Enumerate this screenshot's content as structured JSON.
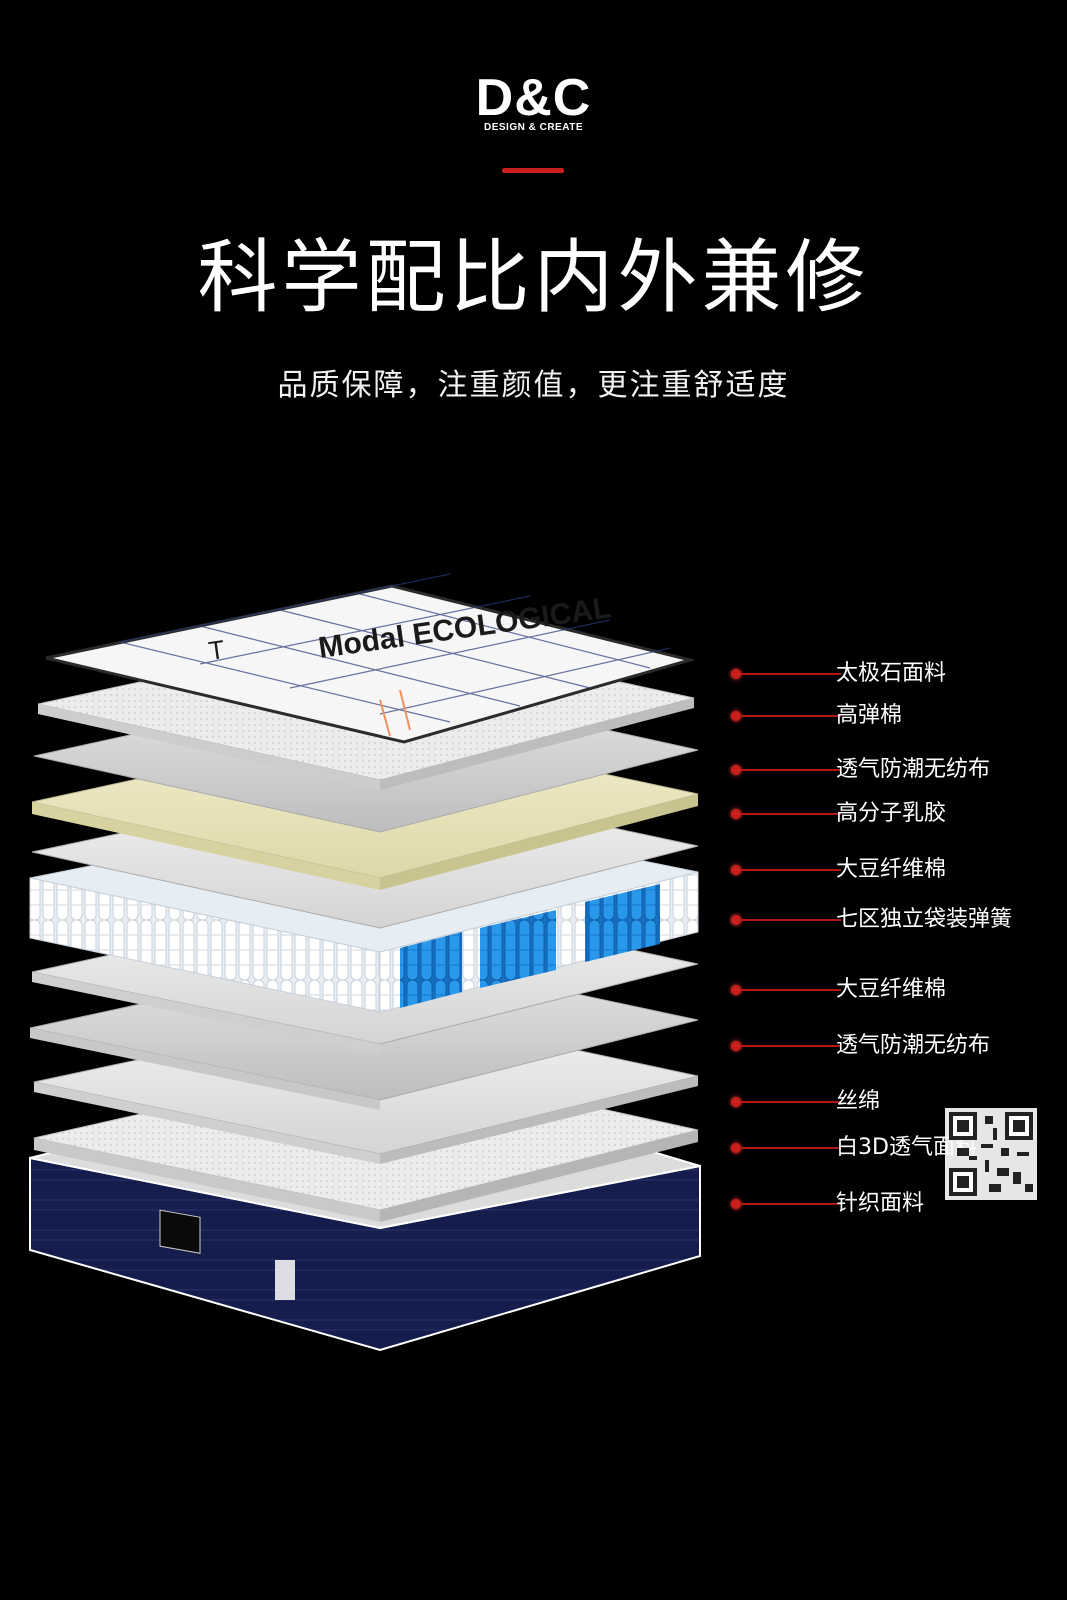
{
  "brand": {
    "logo": "D&C",
    "tagline": "DESIGN & CREATE",
    "accent": "#c81e1e"
  },
  "headline": "科学配比内外兼修",
  "subheadline": "品质保障，注重颜值，更注重舒适度",
  "mattress": {
    "top_print": "Modal ECOLOGICAL",
    "top_logo": "T"
  },
  "layers": [
    "太极石面料",
    "高弹棉",
    "透气防潮无纺布",
    "高分子乳胶",
    "大豆纤维棉",
    "七区独立袋装弹簧",
    "大豆纤维棉",
    "透气防潮无纺布",
    "丝绵",
    "白3D透气面料",
    "针织面料"
  ],
  "colors": {
    "background": "#000000",
    "spring_blue": "#1f8fe0",
    "base_navy": "#141c4a",
    "latex": "#eeeac8"
  }
}
